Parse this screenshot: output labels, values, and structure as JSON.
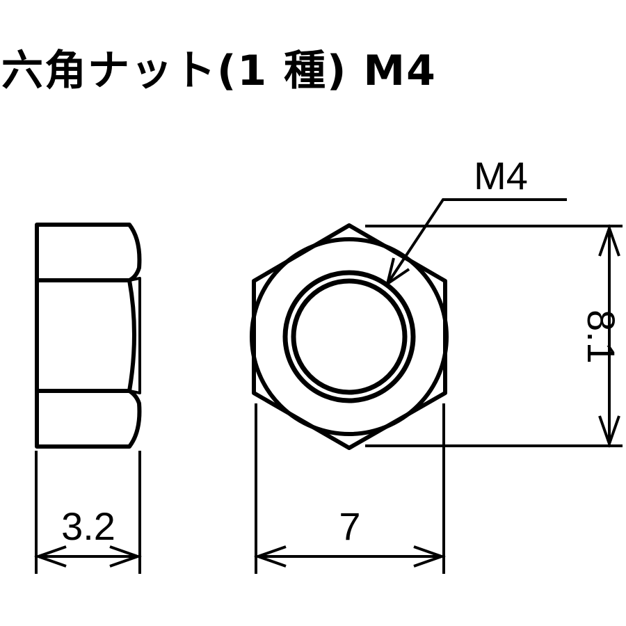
{
  "title": "六角ナット(1 種) M4",
  "diagram": {
    "subject": "Hex nut (type 1) M4",
    "views": [
      "side-view",
      "front-view"
    ],
    "stroke_color": "#000000",
    "background": "#ffffff",
    "labels": {
      "thread_size": "M4",
      "thickness": "3.2",
      "width_across_flats": "7",
      "width_across_corners": "8.1"
    }
  }
}
